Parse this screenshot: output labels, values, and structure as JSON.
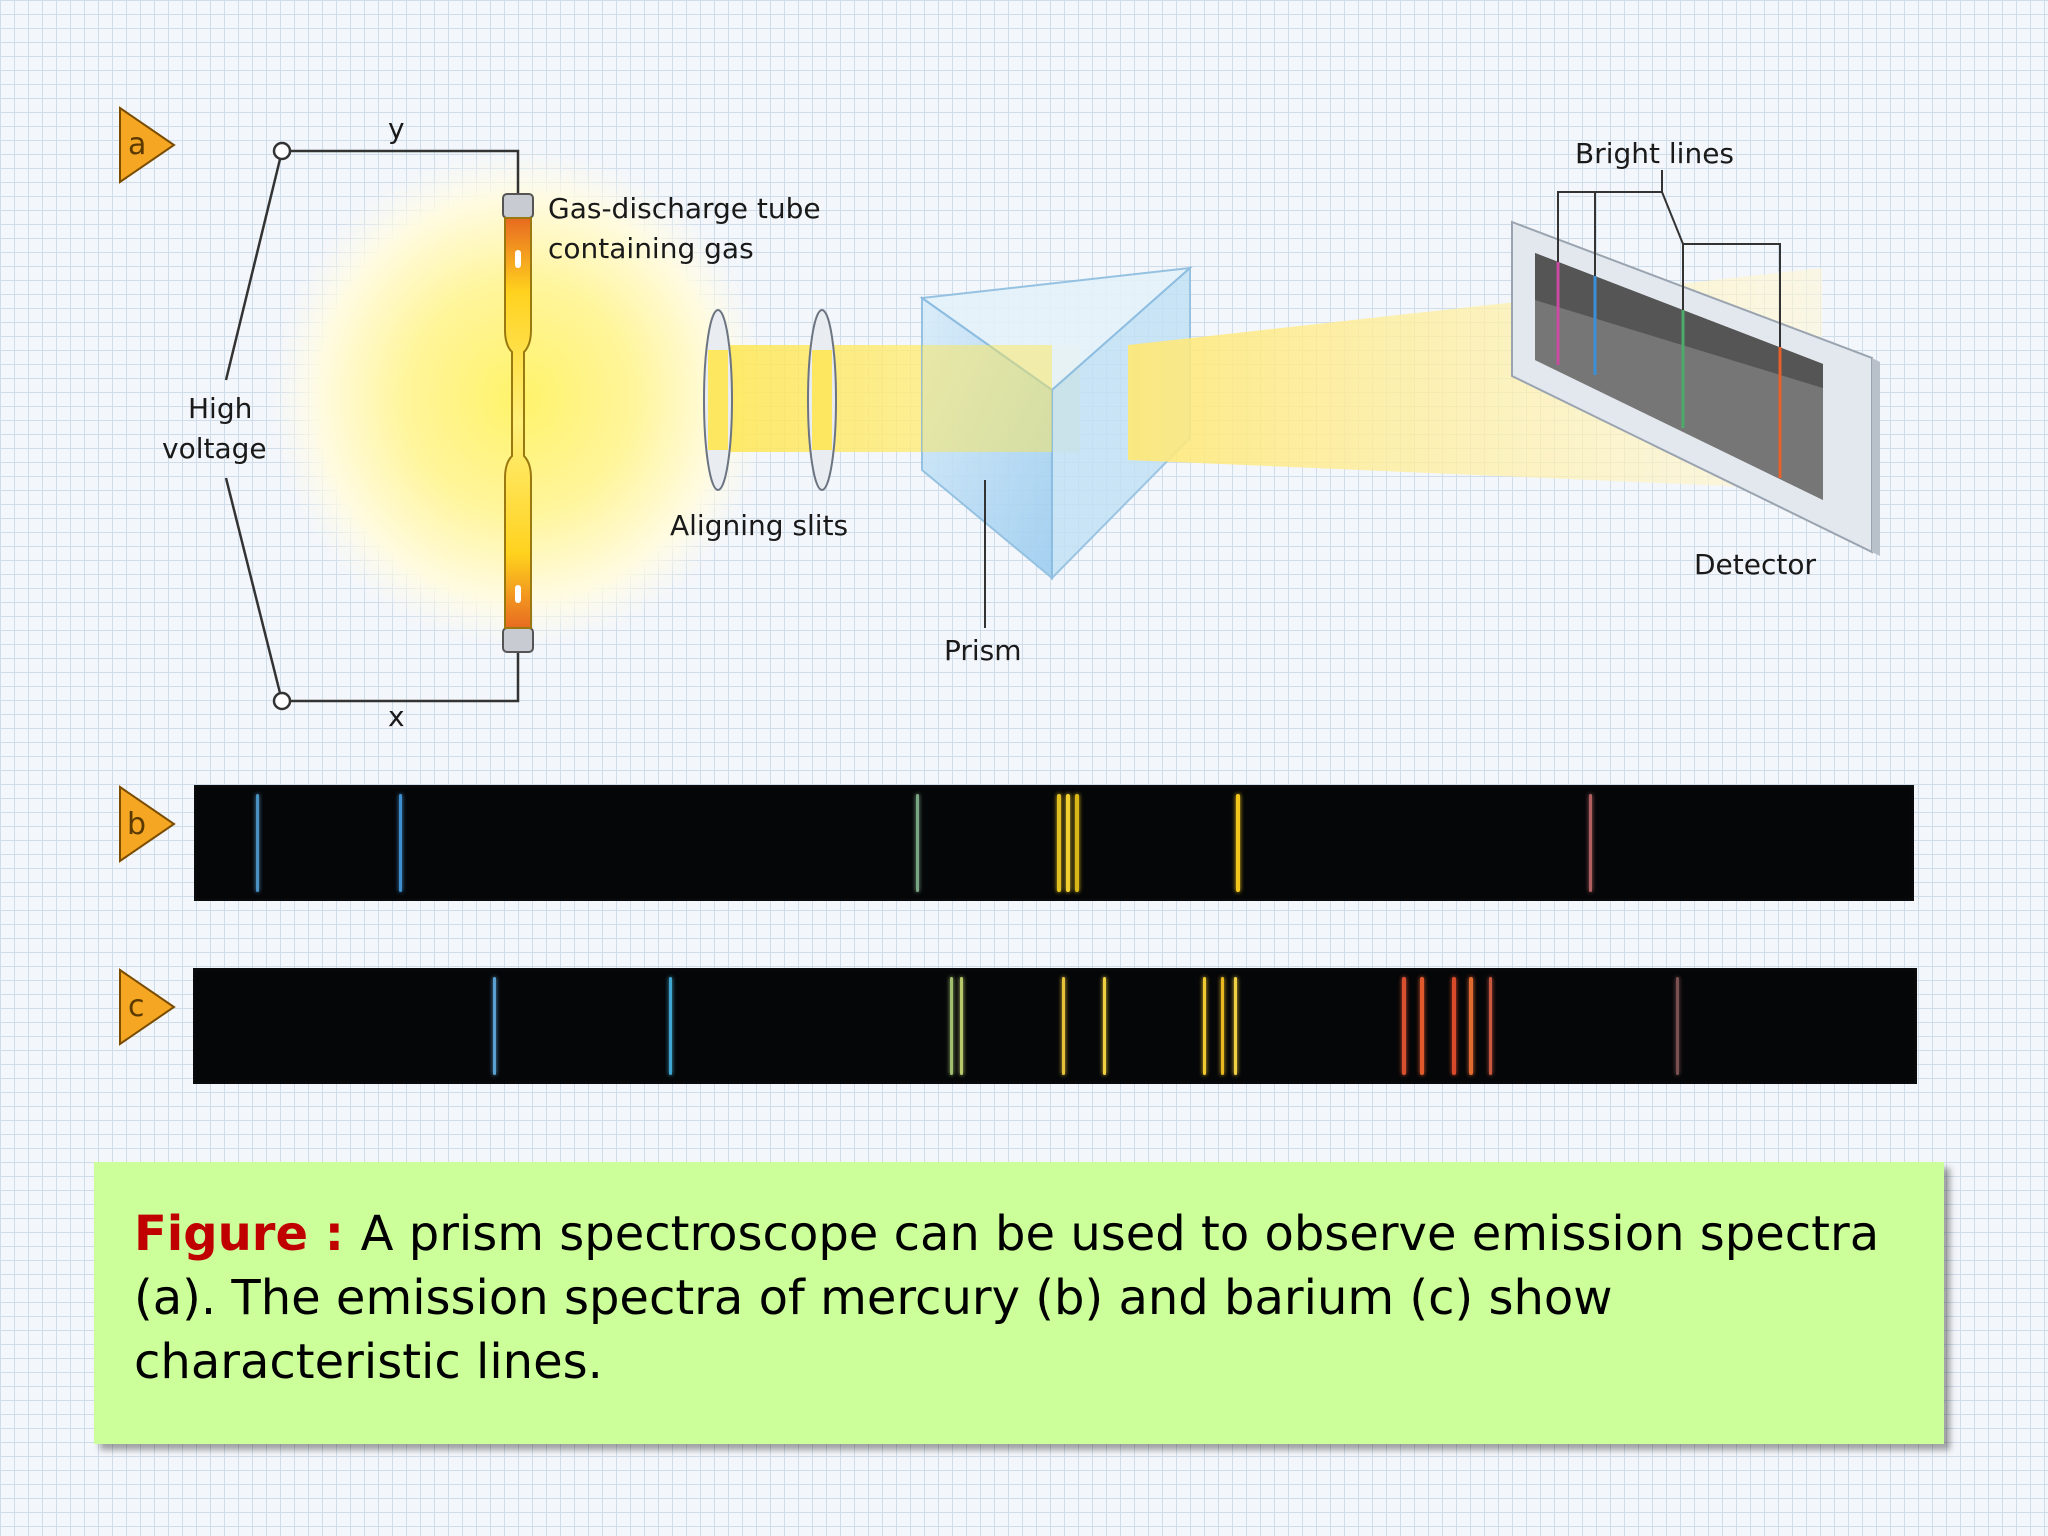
{
  "panel_tags": {
    "a": "a",
    "b": "b",
    "c": "c"
  },
  "labels": {
    "y": "y",
    "x": "x",
    "high": "High",
    "voltage": "voltage",
    "tube_line1": "Gas-discharge tube",
    "tube_line2": "containing gas",
    "slits": "Aligning slits",
    "prism": "Prism",
    "bright_lines": "Bright lines",
    "detector": "Detector"
  },
  "spectra": {
    "mercury": [
      {
        "pos": 0.036,
        "color": "#4a90c0",
        "width": 3
      },
      {
        "pos": 0.119,
        "color": "#3f8fcf",
        "width": 3
      },
      {
        "pos": 0.42,
        "color": "#7aa585",
        "width": 3
      },
      {
        "pos": 0.502,
        "color": "#e0c020",
        "width": 4
      },
      {
        "pos": 0.507,
        "color": "#f0d030",
        "width": 4
      },
      {
        "pos": 0.512,
        "color": "#d8b818",
        "width": 4
      },
      {
        "pos": 0.606,
        "color": "#f2c51c",
        "width": 4
      },
      {
        "pos": 0.811,
        "color": "#b06060",
        "width": 3
      }
    ],
    "barium": [
      {
        "pos": 0.174,
        "color": "#5aa0d0",
        "width": 3
      },
      {
        "pos": 0.276,
        "color": "#3fa6cf",
        "width": 3
      },
      {
        "pos": 0.439,
        "color": "#a0c070",
        "width": 3
      },
      {
        "pos": 0.445,
        "color": "#b8c86a",
        "width": 3
      },
      {
        "pos": 0.504,
        "color": "#e6c23a",
        "width": 3
      },
      {
        "pos": 0.528,
        "color": "#f0d040",
        "width": 3
      },
      {
        "pos": 0.586,
        "color": "#f0c830",
        "width": 3
      },
      {
        "pos": 0.596,
        "color": "#e8b820",
        "width": 3
      },
      {
        "pos": 0.604,
        "color": "#f2d044",
        "width": 3
      },
      {
        "pos": 0.701,
        "color": "#d85030",
        "width": 4
      },
      {
        "pos": 0.712,
        "color": "#e05a2e",
        "width": 4
      },
      {
        "pos": 0.73,
        "color": "#d84a2a",
        "width": 4
      },
      {
        "pos": 0.74,
        "color": "#e06a30",
        "width": 4
      },
      {
        "pos": 0.752,
        "color": "#c85840",
        "width": 3
      },
      {
        "pos": 0.86,
        "color": "#7a5050",
        "width": 3
      }
    ]
  },
  "caption": {
    "label": "Figure",
    "colon": " : ",
    "text": "A prism spectroscope can be used to observe emission spectra (a). The emission spectra of mercury (b) and barium (c) show characteristic lines."
  },
  "colors": {
    "caption_background": "#ccff99",
    "caption_label": "#c00000",
    "tag_fill": "#f5a623",
    "glow": "#ffe94d"
  }
}
